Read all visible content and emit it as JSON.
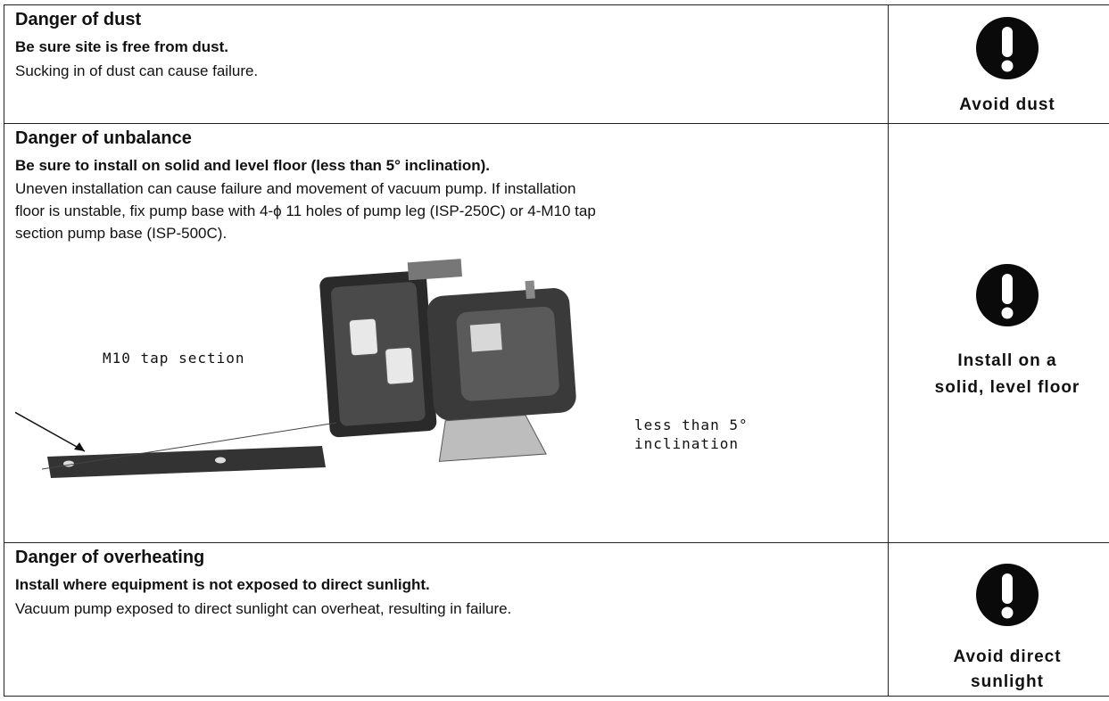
{
  "rows": [
    {
      "title": "Danger of dust",
      "instruction": "Be sure site is free from dust.",
      "description": "Sucking in of dust can cause failure.",
      "caption": "Avoid dust",
      "icon": "exclamation-mandatory-icon"
    },
    {
      "title": "Danger of unbalance",
      "instruction": "Be sure to install on solid and level floor (less than 5° inclination).",
      "description_lines": [
        "Uneven installation can cause failure and movement of vacuum pump. If installation",
        "floor is unstable, fix pump base with 4-ϕ 11 holes of pump leg (ISP-250C) or 4-M10 tap",
        "section pump base (ISP-500C)."
      ],
      "diagram": {
        "label_tap": "M10 tap section",
        "label_incline_1": "less than 5°",
        "label_incline_2": "inclination"
      },
      "caption_line1": "Install on a",
      "caption_line2": "solid, level floor",
      "icon": "exclamation-mandatory-icon"
    },
    {
      "title": "Danger of overheating",
      "instruction": "Install where equipment is not exposed to direct sunlight.",
      "description": "Vacuum pump exposed to direct sunlight can overheat, resulting in failure.",
      "caption_line1": "Avoid direct",
      "caption_line2": "sunlight",
      "icon": "exclamation-mandatory-icon"
    }
  ],
  "colors": {
    "ink": "#111111",
    "border": "#222222",
    "icon": "#0a0a0a"
  }
}
